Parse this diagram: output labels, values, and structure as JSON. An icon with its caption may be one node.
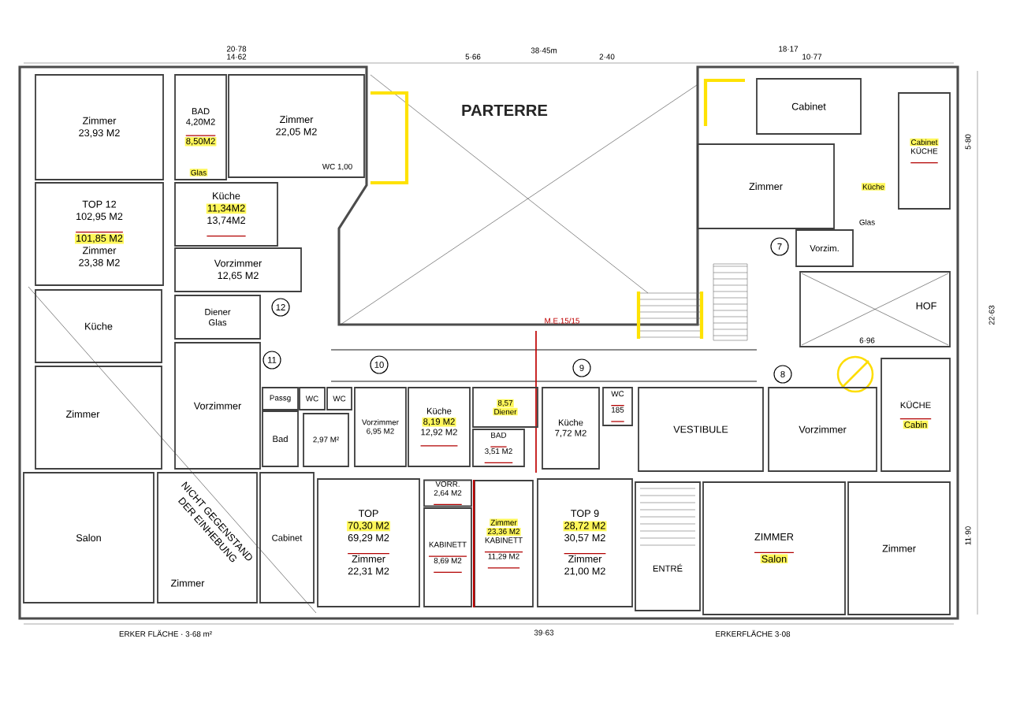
{
  "diagram": {
    "title": "PARTERRE",
    "nodes": [
      {
        "text": [
          "Zimmer",
          "23,93 M2"
        ]
      },
      {
        "text": [
          "BAD",
          "4,20M2",
          "8,50M2"
        ]
      },
      {
        "text": [
          "Zimmer",
          "22,05 M2"
        ]
      },
      {
        "text": [
          "Cabinet"
        ]
      },
      {
        "text": [
          "Cabinet",
          "KÜCHE"
        ]
      },
      {
        "text": [
          "TOP 12",
          "102,95 M2",
          "101,85 M2",
          "Zimmer",
          "23,38 M2"
        ]
      },
      {
        "text": [
          "Küche",
          "11,34M2",
          "13,74M2"
        ]
      },
      {
        "text": [
          "Vorzimmer",
          "12,65 M2"
        ]
      },
      {
        "text": [
          "Zimmer"
        ]
      },
      {
        "text": [
          "Vorzim."
        ]
      },
      {
        "text": [
          "Küche"
        ]
      },
      {
        "text": [
          "Diener",
          "Glas"
        ]
      },
      {
        "text": [
          "HOF"
        ]
      },
      {
        "text": [
          "Zimmer"
        ]
      },
      {
        "text": [
          "Vorzimmer"
        ]
      },
      {
        "text": [
          "Passg"
        ]
      },
      {
        "text": [
          "WC"
        ]
      },
      {
        "text": [
          "WC"
        ]
      },
      {
        "text": [
          "Bad"
        ]
      },
      {
        "text": [
          "2,97 M²"
        ]
      },
      {
        "text": [
          "Vorzimmer",
          "6,95 M2"
        ]
      },
      {
        "text": [
          "Küche",
          "8,19 M2",
          "12,92 M2"
        ]
      },
      {
        "text": [
          "8,57",
          "Diener"
        ]
      },
      {
        "text": [
          "BAD",
          "3,51 M2"
        ]
      },
      {
        "text": [
          "Küche",
          "7,72 M2"
        ]
      },
      {
        "text": [
          "WC",
          "185"
        ]
      },
      {
        "text": [
          "VESTIBULE"
        ]
      },
      {
        "text": [
          "Vorzimmer"
        ]
      },
      {
        "text": [
          "KÜCHE",
          "Cabin"
        ]
      },
      {
        "text": [
          "Salon"
        ]
      },
      {
        "text": [
          "Zimmer"
        ]
      },
      {
        "text": [
          "Cabinet"
        ]
      },
      {
        "text": [
          "TOP",
          "70,30 M2",
          "69,29 M2",
          "Zimmer",
          "22,31 M2"
        ]
      },
      {
        "text": [
          "VORR.",
          "2,64 M2"
        ]
      },
      {
        "text": [
          "KABINETT",
          "8,69 M2"
        ]
      },
      {
        "text": [
          "Zimmer",
          "23,36 M2",
          "KABINETT",
          "11,29 M2"
        ]
      },
      {
        "text": [
          "TOP 9",
          "28,72 M2",
          "30,57 M2",
          "Zimmer",
          "21,00 M2"
        ]
      },
      {
        "text": [
          "ENTRÉ"
        ]
      },
      {
        "text": [
          "ZIMMER",
          "Salon"
        ]
      },
      {
        "text": [
          "Zimmer"
        ]
      }
    ],
    "labels": [
      "38·45m",
      "20·78",
      "14·62",
      "5·66",
      "2·40",
      "18·17",
      "10·77",
      "39·63",
      "ERKER FLÄCHE · 3·68 m²",
      "ERKERFLÄCHE 3·08",
      "5·80",
      "11·90",
      "22·63",
      "M.E.15/15",
      "WC 1,00",
      "Glas",
      "Küche",
      "Glas",
      "6·96",
      "NICHT GEGENSTAND",
      "DER EINHEBUNG",
      "12",
      "11",
      "10",
      "9",
      "8",
      "7"
    ]
  }
}
